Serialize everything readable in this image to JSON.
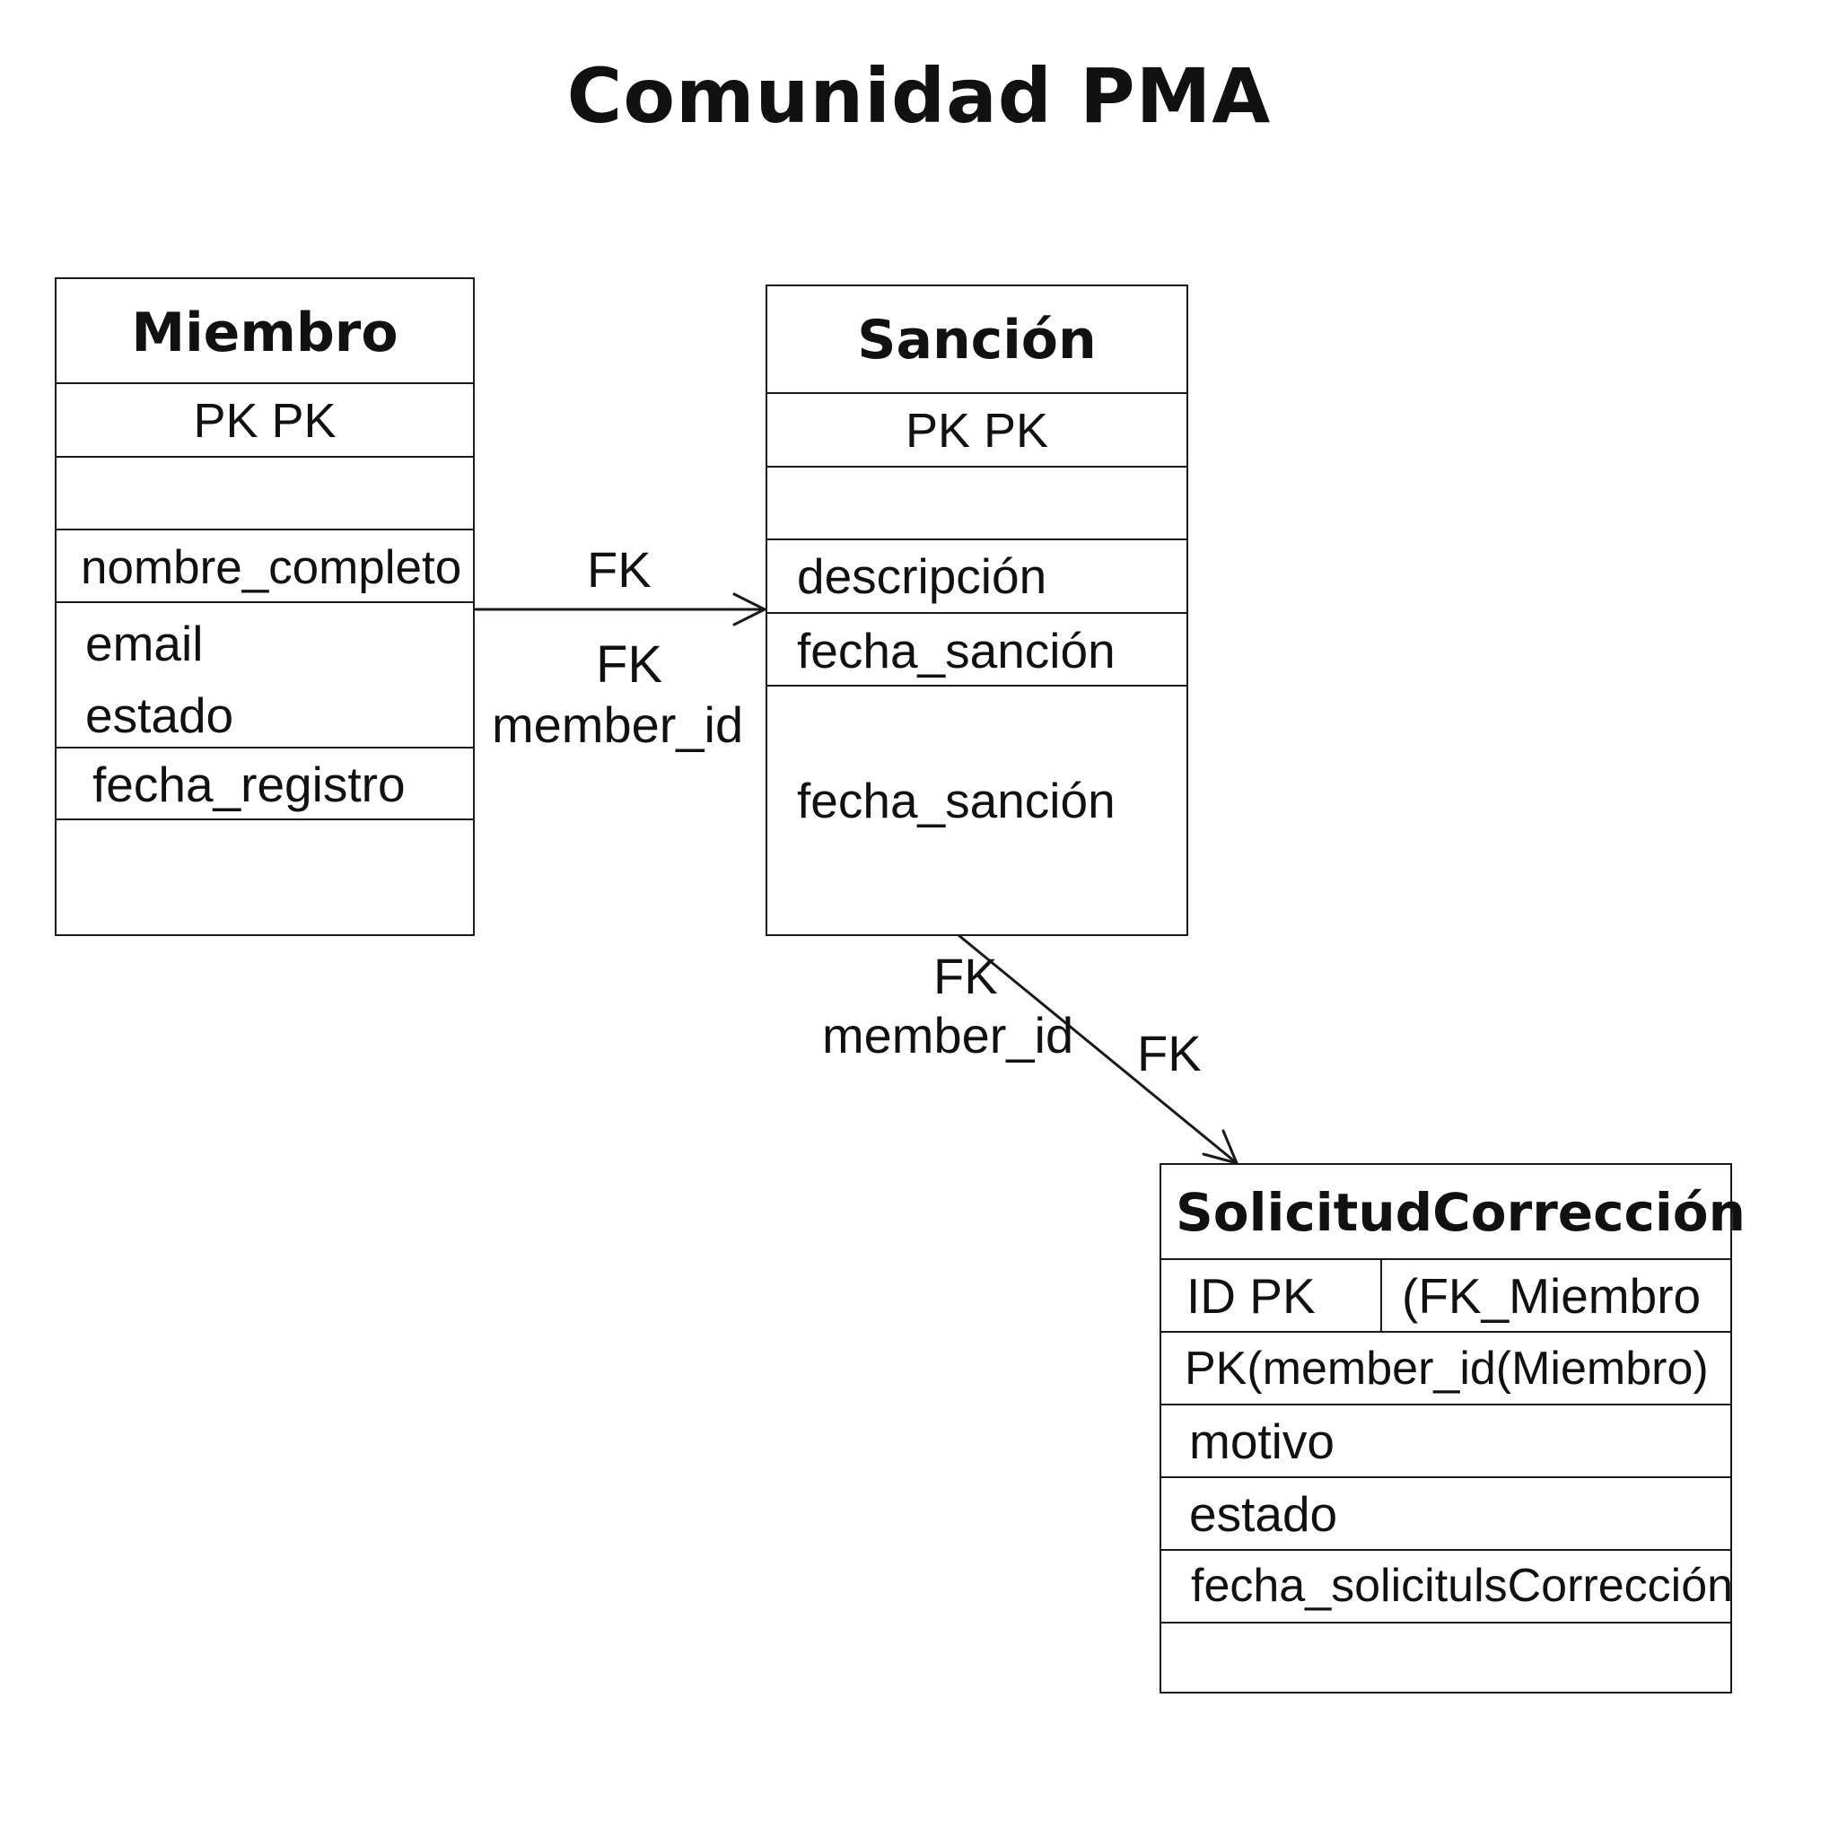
{
  "diagram": {
    "title": "Comunidad PMA"
  },
  "entities": {
    "miembro": {
      "name": "Miembro",
      "pk": "PK PK",
      "attr_nombre": "nombre_completo",
      "attr_email": "email",
      "attr_estado": "estado",
      "attr_fecha_registro": "fecha_registro"
    },
    "sancion": {
      "name": "Sanción",
      "pk": "PK PK",
      "attr_descripcion": "descripción",
      "attr_fecha_sancion": "fecha_sanción",
      "attr_fecha_sancion_2": "fecha_sanción"
    },
    "solicitud": {
      "name": "SolicitudCorrección",
      "id_pk": "ID PK",
      "fk_miembro": "(FK_Miembro",
      "pk_member": "PK(member_id(Miembro)",
      "attr_motivo": "motivo",
      "attr_estado": "estado",
      "attr_fecha": "fecha_solicitulsCorrección"
    }
  },
  "relationships": {
    "miembro_sancion": {
      "label_top": "FK",
      "label_mid": "FK",
      "label_bottom": "member_id"
    },
    "sancion_solicitud": {
      "label_fk_left": "FK",
      "label_member": "member_id",
      "label_fk_right": "FK"
    }
  }
}
